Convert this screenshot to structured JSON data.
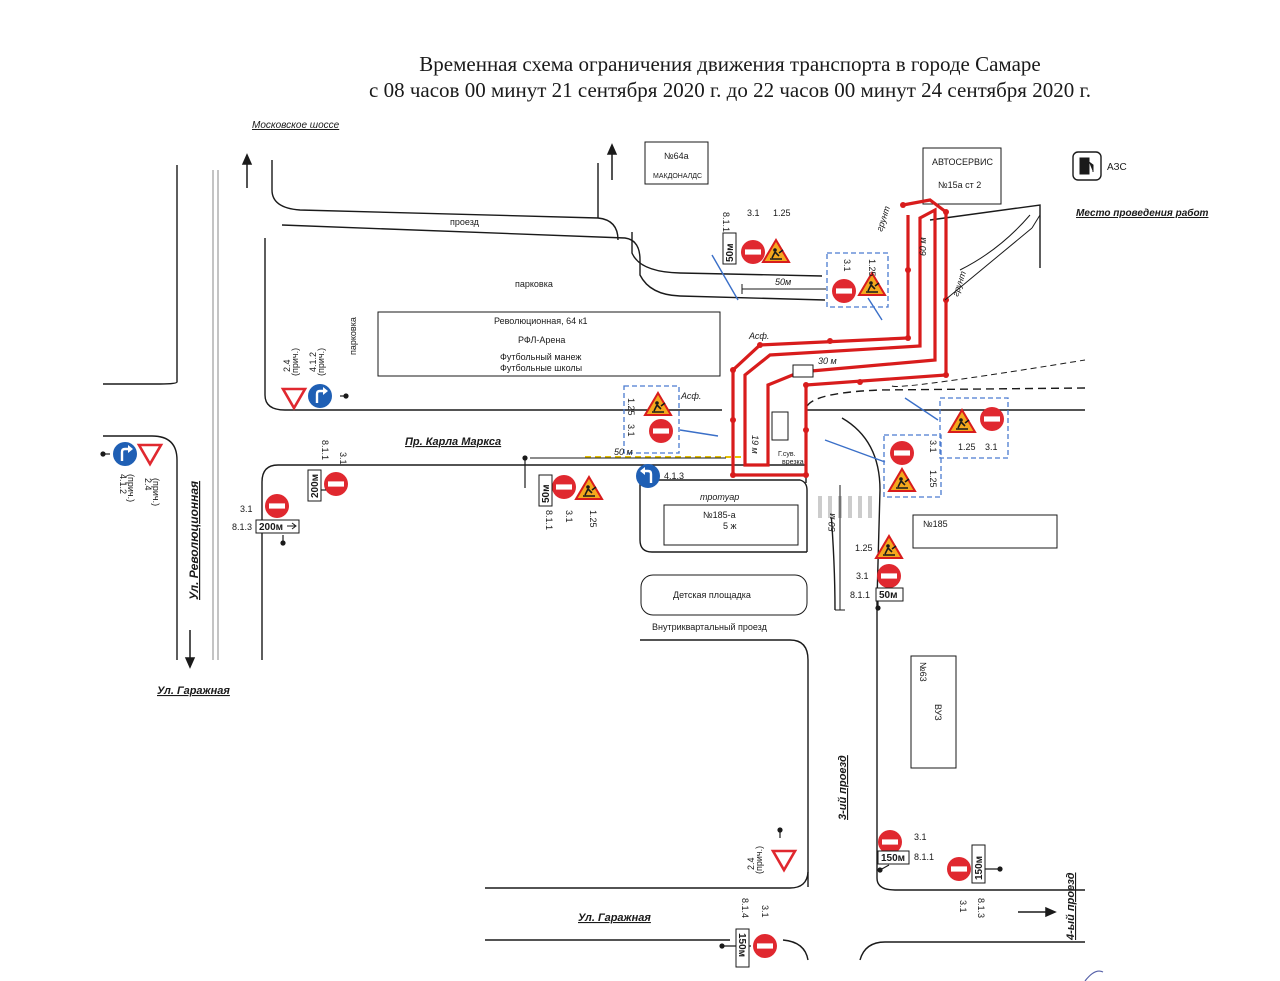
{
  "title": {
    "line1": "Временная схема ограничения движения транспорта в городе Самаре",
    "line2": "с 08 часов 00 минут 21 сентября 2020 г. до 22 часов 00 минут 24 сентября 2020 г."
  },
  "streets": {
    "moskovskoe": "Московское шоссе",
    "revolyutsionnaya": "Ул. Революционная",
    "garazhnaya_left": "Ул. Гаражная",
    "garazhnaya_bottom": "Ул. Гаражная",
    "karla_marksa": "Пр. Карла Маркса",
    "proezd3": "3-ий проезд",
    "proezd4": "4-ый проезд"
  },
  "areas": {
    "proezd": "проезд",
    "parkovka": "парковка",
    "parkovka_side": "парковка",
    "vnutrikv": "Внутриквартальный проезд",
    "trotuar": "тротуар",
    "asf1": "Асф.",
    "asf2": "Асф.",
    "grunt1": "грунт",
    "grunt2": "грунт",
    "place": "Место проведения работ",
    "azs": "АЗС"
  },
  "buildings": {
    "b64a": "№64а",
    "mcd": "МАКДОНАЛДС",
    "autoservice": "АВТОСЕРВИС",
    "autoservice_addr": "№15а ст 2",
    "rfl1": "Революционная, 64 к1",
    "rfl2": "РФЛ-Арена",
    "rfl3": "Футбольный манеж",
    "rfl4": "Футбольные школы",
    "b185a": "№185-а",
    "b185a_2": "5 ж",
    "det": "Детская площадка",
    "b185": "№185",
    "b63": "№63",
    "vuz": "ВУЗ"
  },
  "dims": {
    "d50_top": "50м",
    "d60": "60 м",
    "d30": "30 м",
    "d19": "19 м",
    "d50_mid": "50 м",
    "d50_vert": "50 м",
    "gsura": "Г.сув.",
    "vrezka": "врезка"
  },
  "sign_codes": {
    "c311": "8.1.1",
    "c31": "3.1",
    "c125": "1.25",
    "c413": "4.1.3",
    "c24": "2.4",
    "c412": "4.1.2",
    "c813": "8.1.3",
    "c814": "8.1.4",
    "pric": "(прич.)"
  },
  "plates": {
    "p50": "50м",
    "p200": "200м",
    "p150": "150м"
  },
  "colors": {
    "prohibit": "#e0282f",
    "mandatory": "#1f5fb4",
    "warning": "#f4a81d",
    "fence": "#d81c1c",
    "blue_lines": "#3a6fc8"
  }
}
